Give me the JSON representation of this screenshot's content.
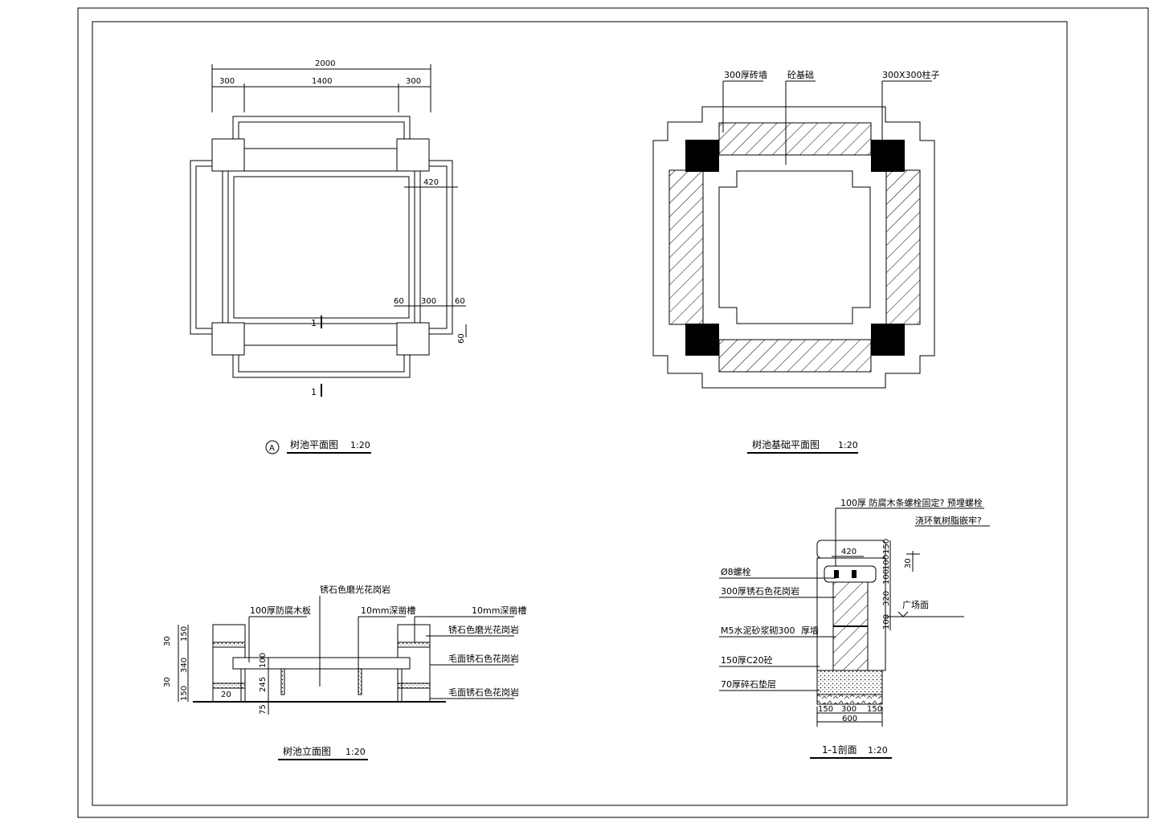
{
  "plan": {
    "title": "树池平面图",
    "scale": "1:20",
    "dim_total": "2000",
    "dim_left": "300",
    "dim_mid": "1400",
    "dim_right": "300",
    "dim_420": "420",
    "dim_60a": "60",
    "dim_300": "300",
    "dim_60b": "60",
    "dim_60c": "60",
    "section_mark_top": "1",
    "section_mark_bottom": "1",
    "north_symbol": "A"
  },
  "foundation": {
    "title": "树池基础平面图",
    "scale": "1:20",
    "label_wall": "300厚砖墙",
    "label_base": "砼基础",
    "label_column": "300X300柱子"
  },
  "elevation": {
    "title": "树池立面图",
    "scale": "1:20",
    "label_wood": "100厚防腐木板",
    "label_granite_top": "锈石色磨光花岗岩",
    "label_groove_mid": "10mm深凿槽",
    "label_groove_right": "10mm深凿槽",
    "label_granite_polish": "锈石色磨光花岗岩",
    "label_granite_rough1": "毛面锈石色花岗岩",
    "label_granite_rough2": "毛面锈石色花岗岩",
    "dim_150a": "150",
    "dim_30a": "30",
    "dim_340": "340",
    "dim_30b": "30",
    "dim_150b": "150",
    "dim_100": "100",
    "dim_245": "245",
    "dim_75": "75",
    "dim_20": "20"
  },
  "section": {
    "title": "1-1剖面",
    "scale": "1:20",
    "label_wood": "100厚 防腐木条螺栓固定? 预埋螺栓",
    "label_epoxy": "浇环氧树脂嵌牢?",
    "label_bolt": "Ø8螺栓",
    "label_granite": "300厚锈石色花岗岩",
    "label_mortar": "M5水泥砂浆砌300",
    "label_wall": "厚墙",
    "label_concrete": "150厚C20砼",
    "label_gravel": "70厚碎石垫层",
    "label_plaza": "广场面",
    "dim_420": "420",
    "dim_150t": "150",
    "dim_100a": "100",
    "dim_100b": "100",
    "dim_320": "320",
    "dim_100c": "100",
    "dim_30": "30",
    "dim_150l": "150",
    "dim_300": "300",
    "dim_150r": "150",
    "dim_600": "600"
  }
}
